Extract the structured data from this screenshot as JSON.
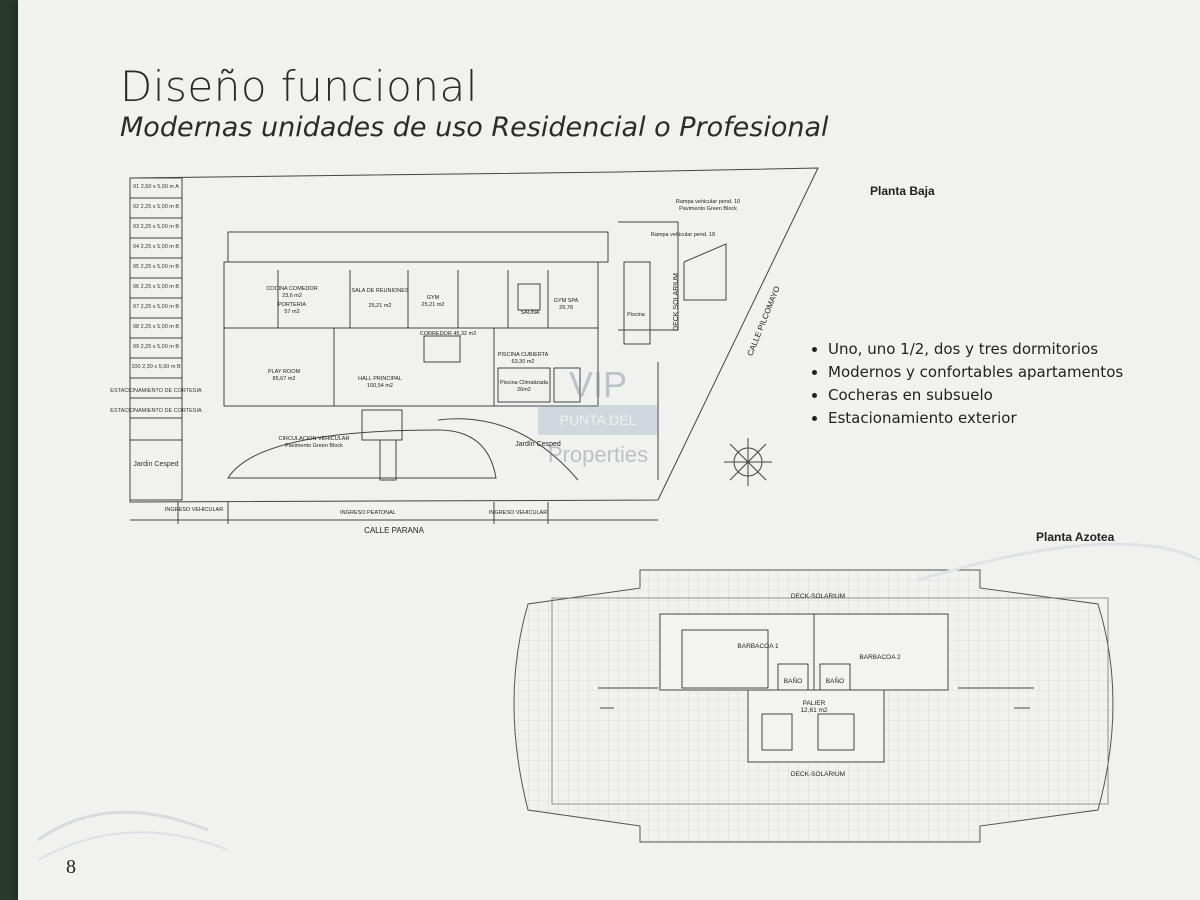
{
  "header": {
    "title": "Diseño funcional",
    "subtitle": "Modernas unidades de uso Residencial o Profesional"
  },
  "planta_baja": {
    "label": "Planta Baja",
    "parking_spots": [
      {
        "id": "91",
        "size": "2,50 x 5,00 m",
        "type": "A"
      },
      {
        "id": "92",
        "size": "2,25 x 5,00 m",
        "type": "B"
      },
      {
        "id": "93",
        "size": "2,25 x 5,00 m",
        "type": "B"
      },
      {
        "id": "94",
        "size": "2,25 x 5,00 m",
        "type": "B"
      },
      {
        "id": "95",
        "size": "2,25 x 5,00 m",
        "type": "B"
      },
      {
        "id": "96",
        "size": "2,25 x 5,00 m",
        "type": "B"
      },
      {
        "id": "97",
        "size": "2,25 x 5,00 m",
        "type": "B"
      },
      {
        "id": "98",
        "size": "2,25 x 5,00 m",
        "type": "B"
      },
      {
        "id": "99",
        "size": "2,25 x 5,00 m",
        "type": "B"
      },
      {
        "id": "100",
        "size": "2,30 x 5,00 m",
        "type": "B"
      }
    ],
    "cortesia_1": "ESTACIONAMIENTO DE CORTESIA",
    "cortesia_2": "ESTACIONAMIENTO DE CORTESIA",
    "jardin_cesped_left": "Jardin Cesped",
    "cocina_comedor": "COCINA COMEDOR",
    "cocina_area": "23,6 m2",
    "porteria": "PORTERIA",
    "porteria_area": "57 m2",
    "sala_reuniones": "SALA DE REUNIONES",
    "sala_area": "25,21 m2",
    "gym": "GYM",
    "gym_area": "25,21 m2",
    "gym_spa": "GYM SPA",
    "gym_spa_area": "29,78",
    "sauna": "SAUNA",
    "corredor": "CORREDOR 45,32 m2",
    "play_room": "PLAY ROOM",
    "play_room_area": "85,67 m2",
    "hall_principal": "HALL PRINCIPAL",
    "hall_area": "100,54 m2",
    "piscina_cubierta": "PISCINA CUBIERTA",
    "piscina_cubierta_area": "63,30 m2",
    "piscina_climatizada": "Piscina Climatizada",
    "piscina_climatizada_area": "26m2",
    "piscina": "Piscina",
    "deck_solarium": "DECK SOLARIUM",
    "jardin_cesped_center": "Jardín Cesped",
    "rampa_1": "Rampa vehicular pend. 10",
    "pavimento_1": "Pavimento Green Block",
    "rampa_2": "Rampa vehicular pend. 18",
    "circulacion": "CIRCULACION VEHICULAR",
    "circulacion_sub": "Pavimento Green Block",
    "ingreso_vehicular_left": "INGRESO VEHICULAR",
    "ingreso_peatonal": "INGRESO PEATONAL",
    "ingreso_vehicular_right": "INGRESO VEHICULAR",
    "calle_parana": "CALLE PARANA",
    "calle_pilcomayo": "CALLE PILCOMAYO"
  },
  "planta_azotea": {
    "label": "Planta Azotea",
    "deck_top": "DECK-SOLARIUM",
    "deck_bottom": "DECK-SOLARIUM",
    "barbacoa_1": "BARBACOA 1",
    "barbacoa_2": "BARBACOA 2",
    "bano": "BAÑO",
    "palier": "PALIER",
    "palier_area": "12,61 m2"
  },
  "features": [
    "Uno, uno 1/2, dos y tres dormitorios",
    "Modernos y confortables apartamentos",
    "Cocheras en subsuelo",
    "Estacionamiento exterior"
  ],
  "watermark": {
    "line1": "VIP",
    "line2": "PUNTA DEL",
    "line3": "Properties"
  },
  "page_number": "8",
  "colors": {
    "paper": "#f1f1ef",
    "plan_lines": "#444444",
    "text": "#222222"
  }
}
